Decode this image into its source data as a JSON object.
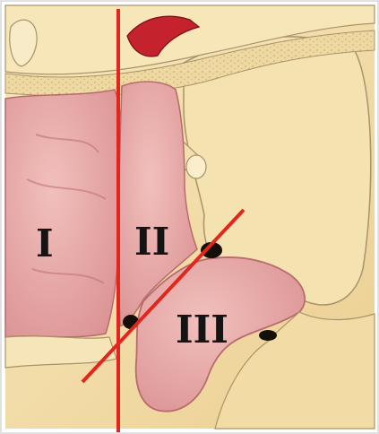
{
  "figure": {
    "labels": {
      "region_1": "I",
      "region_2": "II",
      "region_3": "III"
    },
    "colors": {
      "bone": "#f2dda8",
      "bone_light": "#f8ecc8",
      "bone_outline": "#9c8a62",
      "mucosa": "#e8a7a6",
      "mucosa_dark": "#d07e80",
      "mucosa_light": "#f3c7c3",
      "artery": "#c4222c",
      "cut_line": "#e2261d",
      "duct_opening": "#141008",
      "frame": "#d7d7d7"
    }
  }
}
